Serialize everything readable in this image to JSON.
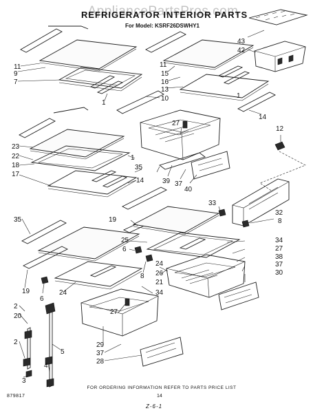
{
  "watermark": "AppliancePartsPros.com",
  "header": {
    "title": "REFRIGERATOR INTERIOR PARTS",
    "subtitle": "For Model: KSRF26DSWHY1"
  },
  "footer": {
    "note": "FOR ORDERING INFORMATION REFER TO PARTS PRICE LIST",
    "page_number": "14",
    "code": "879817",
    "sheet_id": "Z-6-1"
  },
  "callouts": [
    {
      "id": "c11a",
      "text": "11"
    },
    {
      "id": "c9a",
      "text": "9"
    },
    {
      "id": "c7",
      "text": "7"
    },
    {
      "id": "c1a",
      "text": "1"
    },
    {
      "id": "c10",
      "text": "10"
    },
    {
      "id": "c43",
      "text": "43"
    },
    {
      "id": "c42",
      "text": "42"
    },
    {
      "id": "c11b",
      "text": "11"
    },
    {
      "id": "c15",
      "text": "15"
    },
    {
      "id": "c16",
      "text": "16"
    },
    {
      "id": "c13",
      "text": "13"
    },
    {
      "id": "c1b",
      "text": "1"
    },
    {
      "id": "c14a",
      "text": "14"
    },
    {
      "id": "c12",
      "text": "12"
    },
    {
      "id": "c27a",
      "text": "27"
    },
    {
      "id": "c23",
      "text": "23"
    },
    {
      "id": "c22",
      "text": "22"
    },
    {
      "id": "c18",
      "text": "18"
    },
    {
      "id": "c17",
      "text": "17"
    },
    {
      "id": "c1c",
      "text": "1"
    },
    {
      "id": "c35a",
      "text": "35"
    },
    {
      "id": "c14b",
      "text": "14"
    },
    {
      "id": "c39",
      "text": "39"
    },
    {
      "id": "c37a",
      "text": "37"
    },
    {
      "id": "c40",
      "text": "40"
    },
    {
      "id": "c33",
      "text": "33"
    },
    {
      "id": "c32",
      "text": "32"
    },
    {
      "id": "c8a",
      "text": "8"
    },
    {
      "id": "c35b",
      "text": "35"
    },
    {
      "id": "c19a",
      "text": "19"
    },
    {
      "id": "c25",
      "text": "25"
    },
    {
      "id": "c6a",
      "text": "6"
    },
    {
      "id": "c34a",
      "text": "34"
    },
    {
      "id": "c27b",
      "text": "27"
    },
    {
      "id": "c38",
      "text": "38"
    },
    {
      "id": "c37b",
      "text": "37"
    },
    {
      "id": "c30",
      "text": "30"
    },
    {
      "id": "c24a",
      "text": "24"
    },
    {
      "id": "c26",
      "text": "26"
    },
    {
      "id": "c8b",
      "text": "8"
    },
    {
      "id": "c21",
      "text": "21"
    },
    {
      "id": "c19b",
      "text": "19"
    },
    {
      "id": "c6b",
      "text": "6"
    },
    {
      "id": "c24b",
      "text": "24"
    },
    {
      "id": "c34b",
      "text": "34"
    },
    {
      "id": "c27c",
      "text": "27"
    },
    {
      "id": "c2a",
      "text": "2"
    },
    {
      "id": "c20",
      "text": "20"
    },
    {
      "id": "c5",
      "text": "5"
    },
    {
      "id": "c4",
      "text": "4"
    },
    {
      "id": "c2b",
      "text": "2"
    },
    {
      "id": "c3",
      "text": "3"
    },
    {
      "id": "c29",
      "text": "29"
    },
    {
      "id": "c37c",
      "text": "37"
    },
    {
      "id": "c28",
      "text": "28"
    }
  ]
}
